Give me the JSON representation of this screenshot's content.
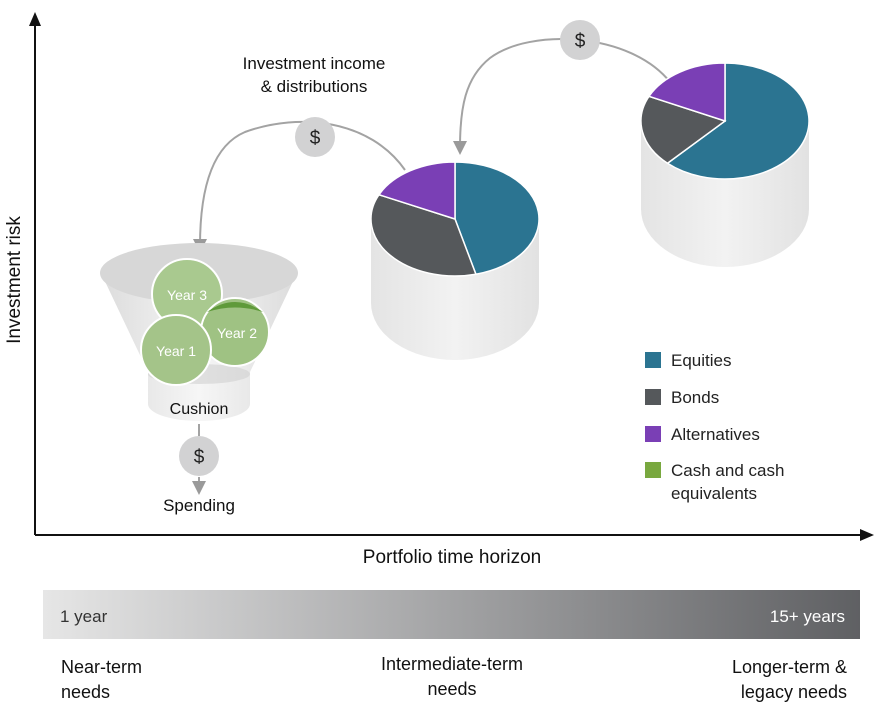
{
  "axes": {
    "y_label": "Investment risk",
    "x_label": "Portfolio time horizon"
  },
  "top_label": {
    "line1": "Investment income",
    "line2": "& distributions"
  },
  "dollar_symbol": "$",
  "funnel": {
    "bubbles": [
      "Year 3",
      "Year 2",
      "Year 1"
    ],
    "base_label": "Cushion",
    "output_label": "Spending"
  },
  "legend": [
    {
      "lines": [
        "Equities"
      ],
      "color": "#2b7491"
    },
    {
      "lines": [
        "Bonds"
      ],
      "color": "#55585b"
    },
    {
      "lines": [
        "Alternatives"
      ],
      "color": "#7a3fb5"
    },
    {
      "lines": [
        "Cash and cash",
        "equivalents"
      ],
      "color": "#79a83f"
    }
  ],
  "pies": [
    {
      "slices": [
        {
          "category": "Equities",
          "share": 0.46
        },
        {
          "category": "Bonds",
          "share": 0.36
        },
        {
          "category": "Alternatives",
          "share": 0.18
        }
      ]
    },
    {
      "slices": [
        {
          "category": "Equities",
          "share": 0.62
        },
        {
          "category": "Bonds",
          "share": 0.2
        },
        {
          "category": "Alternatives",
          "share": 0.18
        }
      ]
    }
  ],
  "horizon_bar": {
    "start_label": "1 year",
    "end_label": "15+ years",
    "gradient_start": "#e6e6e6",
    "gradient_end": "#5f6063"
  },
  "needs": {
    "near": [
      "Near-term",
      "needs"
    ],
    "intermediate": [
      "Intermediate-term",
      "needs"
    ],
    "longer": [
      "Longer-term &",
      "legacy needs"
    ]
  }
}
